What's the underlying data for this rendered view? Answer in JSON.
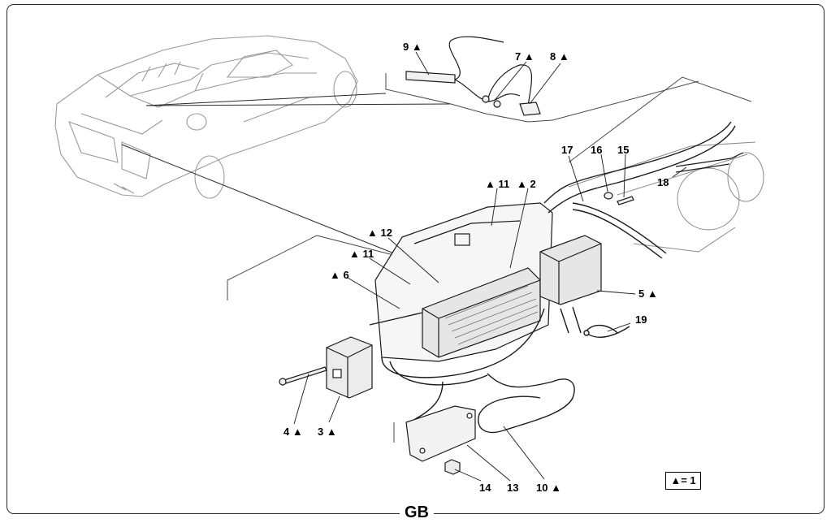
{
  "footer": {
    "label": "GB"
  },
  "legend": {
    "text": "▲= 1"
  },
  "callouts": [
    {
      "id": "c9",
      "text": "9 ▲"
    },
    {
      "id": "c7",
      "text": "7 ▲"
    },
    {
      "id": "c8",
      "text": "8 ▲"
    },
    {
      "id": "c17",
      "text": "17"
    },
    {
      "id": "c16",
      "text": "16"
    },
    {
      "id": "c15",
      "text": "15"
    },
    {
      "id": "c18",
      "text": "18"
    },
    {
      "id": "c11a",
      "text": "▲ 11"
    },
    {
      "id": "c2",
      "text": "▲ 2"
    },
    {
      "id": "c12",
      "text": "▲ 12"
    },
    {
      "id": "c11b",
      "text": "▲ 11"
    },
    {
      "id": "c6",
      "text": "▲ 6"
    },
    {
      "id": "c5",
      "text": "5 ▲"
    },
    {
      "id": "c19",
      "text": "19"
    },
    {
      "id": "c4",
      "text": "4 ▲"
    },
    {
      "id": "c3",
      "text": "3 ▲"
    },
    {
      "id": "c14",
      "text": "14"
    },
    {
      "id": "c13",
      "text": "13"
    },
    {
      "id": "c10",
      "text": "10 ▲"
    }
  ],
  "colors": {
    "line": "#1a1a1a",
    "light": "#9a9a9a",
    "fill": "#f2f2f2",
    "body": "#e6e6e6"
  }
}
